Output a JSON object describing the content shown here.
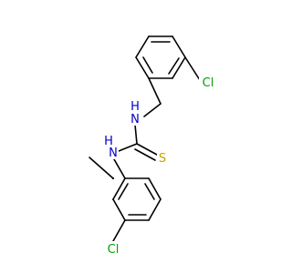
{
  "molecule": {
    "atoms": {
      "cl_top": {
        "label": "Cl",
        "color": "#00a000"
      },
      "n_upper": {
        "label": "N",
        "color": "#0000c8"
      },
      "h_upper": {
        "label": "H",
        "color": "#0000c8"
      },
      "n_lower": {
        "label": "N",
        "color": "#0000c8"
      },
      "h_lower": {
        "label": "H",
        "color": "#0000c8"
      },
      "s": {
        "label": "S",
        "color": "#c8a000"
      },
      "cl_bottom": {
        "label": "Cl",
        "color": "#00a000"
      }
    }
  }
}
